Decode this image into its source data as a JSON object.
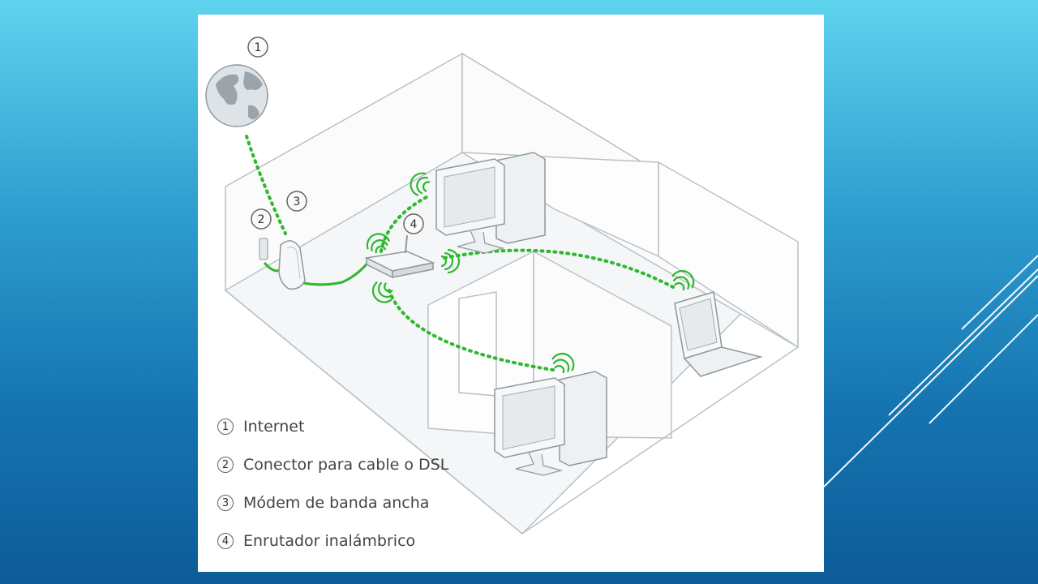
{
  "slide": {
    "background_top": "#5ed3ee",
    "background_bottom": "#0d5c98",
    "accent_lines_color": "#ffffff"
  },
  "diagram": {
    "callouts": [
      {
        "number": "1"
      },
      {
        "number": "2"
      },
      {
        "number": "3"
      },
      {
        "number": "4"
      }
    ],
    "link_color": "#2eb82e",
    "legend": [
      {
        "number": "1",
        "label": "Internet"
      },
      {
        "number": "2",
        "label": "Conector para cable o DSL"
      },
      {
        "number": "3",
        "label": "Módem de banda ancha"
      },
      {
        "number": "4",
        "label": "Enrutador inalámbrico"
      }
    ],
    "icons": [
      "globe-icon",
      "wall-jack-icon",
      "modem-icon",
      "wireless-router-icon",
      "desktop-computer-icon",
      "laptop-icon",
      "wifi-signal-icon"
    ]
  }
}
